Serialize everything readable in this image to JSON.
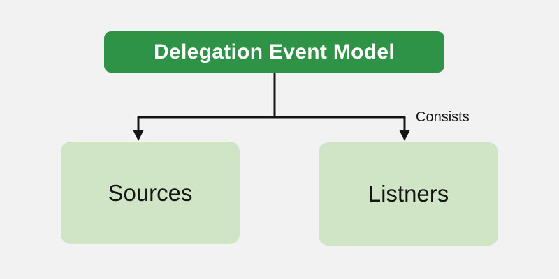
{
  "diagram": {
    "title": "Delegation Event Model",
    "edge_label": "Consists",
    "nodes": [
      {
        "id": "sources",
        "label": "Sources"
      },
      {
        "id": "listeners",
        "label": "Listners"
      }
    ],
    "colors": {
      "background": "#f2f2f2",
      "header_fill": "#2e9247",
      "header_text": "#ffffff",
      "node_fill": "#cfe5c5",
      "node_text": "#151515",
      "line": "#151515"
    }
  }
}
